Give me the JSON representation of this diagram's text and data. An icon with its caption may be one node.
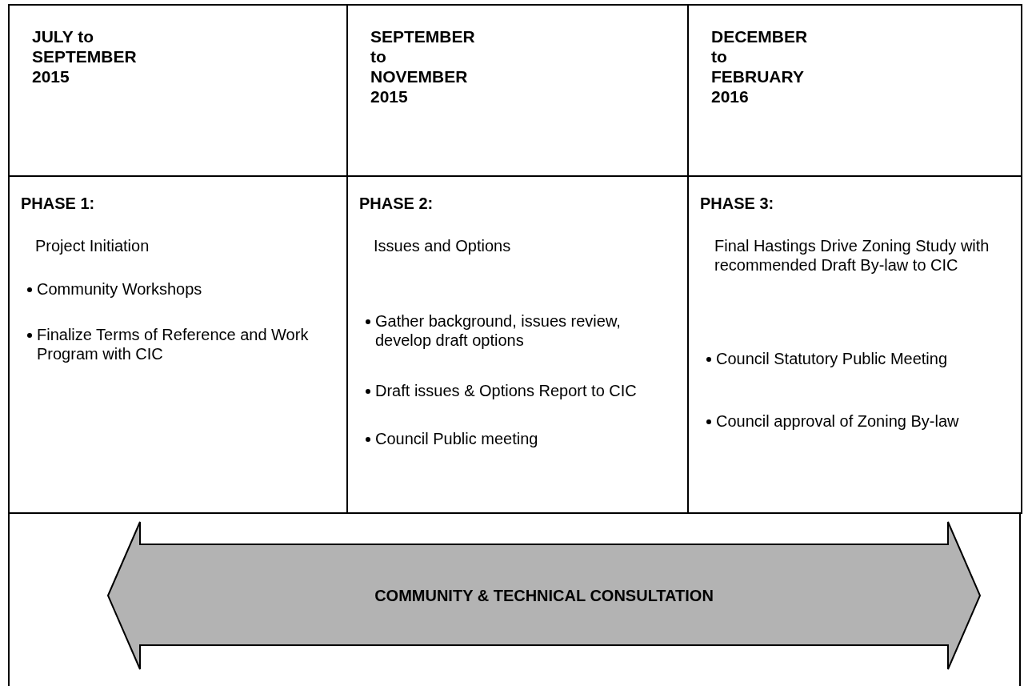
{
  "diagram": {
    "nodes": [
      {
        "text": [
          "JULY to SEPTEMBER 2015"
        ]
      },
      {
        "text": [
          "SEPTEMBER to NOVEMBER 2015"
        ]
      },
      {
        "text": [
          "DECEMBER to FEBRUARY 2016"
        ]
      },
      {
        "text": [
          "PHASE 1:",
          "Project Initiation",
          "Community Workshops",
          "Finalize Terms of Reference and Work Program with CIC"
        ]
      },
      {
        "text": [
          "**PHASE 2**:",
          "Issues and Options",
          "Gather background, issues review, develop draft options",
          "Draft issues & Options Report to CIC",
          "Council Public meeting"
        ]
      },
      {
        "text": [
          "**PHASE 3**:",
          "Final Hastings Drive Zoning Study with recommended Draft By-law to CIC",
          "Council Statutory Public Meeting",
          "Council approval of Zoning By-law"
        ]
      },
      {
        "text": [
          "COMMUNITY & TECHNICAL CONSULTATION"
        ]
      }
    ]
  }
}
